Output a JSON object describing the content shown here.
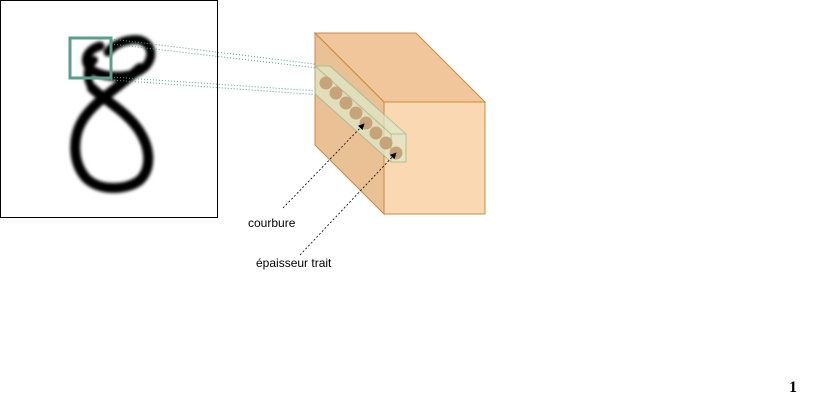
{
  "labels": {
    "courbure": "courbure",
    "epaisseur": "épaisseur trait"
  },
  "page_number": "1",
  "colors": {
    "feature_map_front": "#fad9b2",
    "feature_map_side": "#e9c195",
    "feature_map_top": "#f0c69a",
    "feature_map_stroke": "#c98a44",
    "receptive_field": "#5c9e8c",
    "column_fill": "#dfe8c8",
    "neuron_dot": "#c7a37a",
    "digit_stroke": "#000000"
  },
  "icons": {
    "input_image": "handwritten-digit-8",
    "neurons": "circle-dots"
  }
}
